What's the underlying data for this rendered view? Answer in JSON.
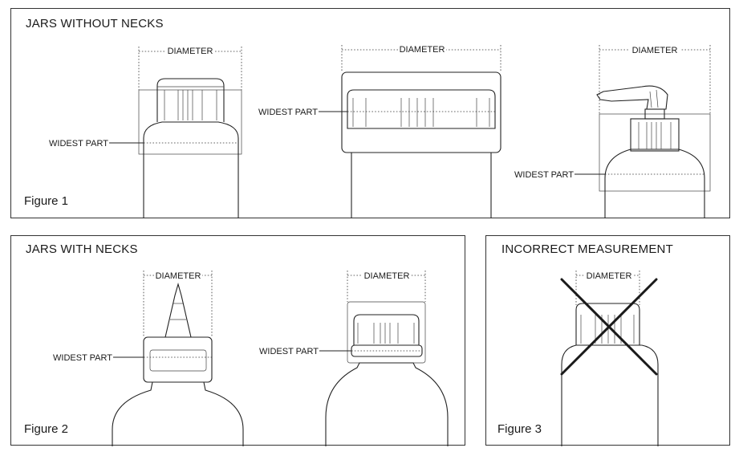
{
  "panel1": {
    "title": "JARS WITHOUT NECKS",
    "figure": "Figure 1"
  },
  "panel2": {
    "title": "JARS WITH NECKS",
    "figure": "Figure 2"
  },
  "panel3": {
    "title": "INCORRECT MEASUREMENT",
    "figure": "Figure 3"
  },
  "labels": {
    "diameter": "DIAMETER",
    "widest": "WIDEST PART"
  }
}
